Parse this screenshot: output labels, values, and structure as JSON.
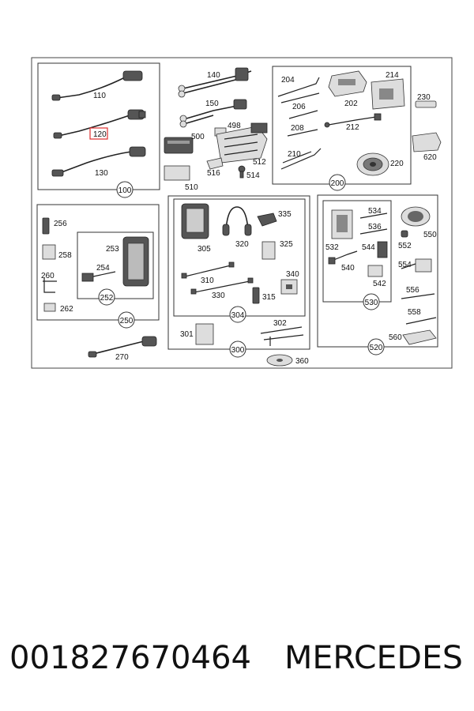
{
  "labels": {
    "l110": "110",
    "l120": "120",
    "l130": "130",
    "l140": "140",
    "l150": "150",
    "l498": "498",
    "l500": "500",
    "l510": "510",
    "l512": "512",
    "l514": "514",
    "l516": "516",
    "l204": "204",
    "l214": "214",
    "l202": "202",
    "l230": "230",
    "l206": "206",
    "l208": "208",
    "l212": "212",
    "l620": "620",
    "l210": "210",
    "l220": "220",
    "l256": "256",
    "l258": "258",
    "l253": "253",
    "l254": "254",
    "l260": "260",
    "l262": "262",
    "l305": "305",
    "l320": "320",
    "l335": "335",
    "l325": "325",
    "l310": "310",
    "l340": "340",
    "l330": "330",
    "l315": "315",
    "l301": "301",
    "l302": "302",
    "l360": "360",
    "l534": "534",
    "l536": "536",
    "l550": "550",
    "l532": "532",
    "l544": "544",
    "l552": "552",
    "l540": "540",
    "l554": "554",
    "l542": "542",
    "l556": "556",
    "l558": "558",
    "l560": "560",
    "l270": "270"
  },
  "groups": {
    "g100": "100",
    "g200": "200",
    "g252": "252",
    "g250": "250",
    "g304": "304",
    "g300": "300",
    "g530": "530",
    "g520": "520"
  },
  "highlight": {
    "label": "120",
    "color": "#e03030"
  },
  "caption": {
    "part_number": "001827670464",
    "brand": "MERCEDES"
  }
}
